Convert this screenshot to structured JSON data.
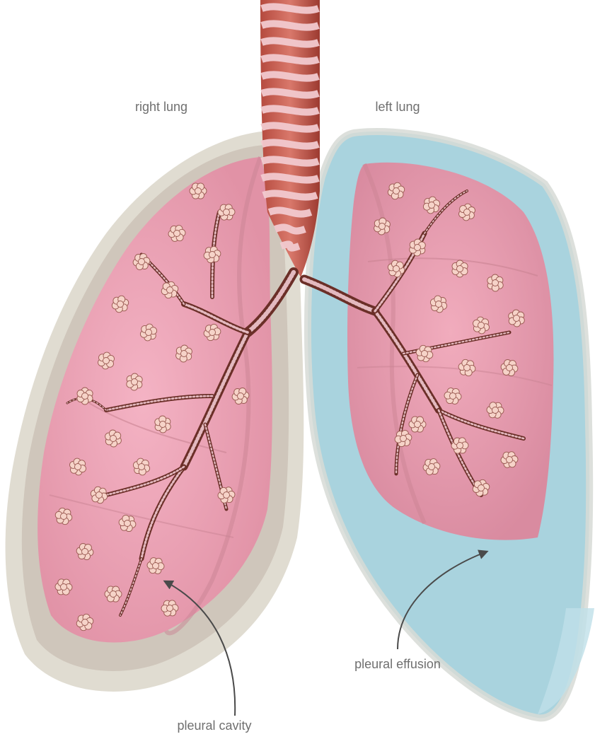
{
  "labels": {
    "right_lung": "right lung",
    "left_lung": "left lung",
    "pleural_cavity": "pleural cavity",
    "pleural_effusion": "pleural effusion"
  },
  "colors": {
    "pleura_outer": "#ddd8cc",
    "pleura_inner": "#c9bfb3",
    "lung_tissue": "#f2a9bc",
    "lung_shadow": "#c98393",
    "effusion_fluid": "#a9d3de",
    "effusion_edge": "#8cc2d1",
    "trachea_ring": "#a8443a",
    "trachea_gap": "#f1c9cf",
    "bronchi": "#6b2f28",
    "alveoli": "#f6d3c8",
    "arrow": "#4a4a4a"
  }
}
